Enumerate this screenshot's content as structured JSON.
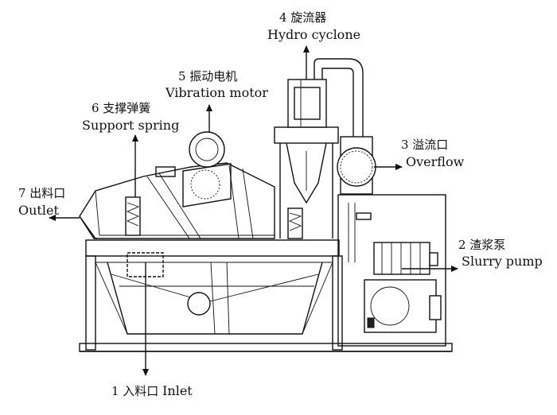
{
  "labels": {
    "hydrocyclone": {
      "cn": "4 旋流器",
      "en": "Hydro cyclone"
    },
    "vibration_motor": {
      "cn": "5 振动电机",
      "en": "Vibration motor"
    },
    "support_spring": {
      "cn": "6 支撑弹簧",
      "en": "Support spring"
    },
    "overflow": {
      "cn": "3 溢流口",
      "en": "Overflow"
    },
    "outlet": {
      "cn": "7 出料口",
      "en": "Outlet"
    },
    "slurry_pump": {
      "cn": "2 渣浆泵",
      "en": "Slurry pump"
    },
    "inlet": {
      "cn": "1 入料口",
      "en": "Inlet"
    }
  },
  "colors": {
    "line": "#111111",
    "background": "#ffffff"
  }
}
